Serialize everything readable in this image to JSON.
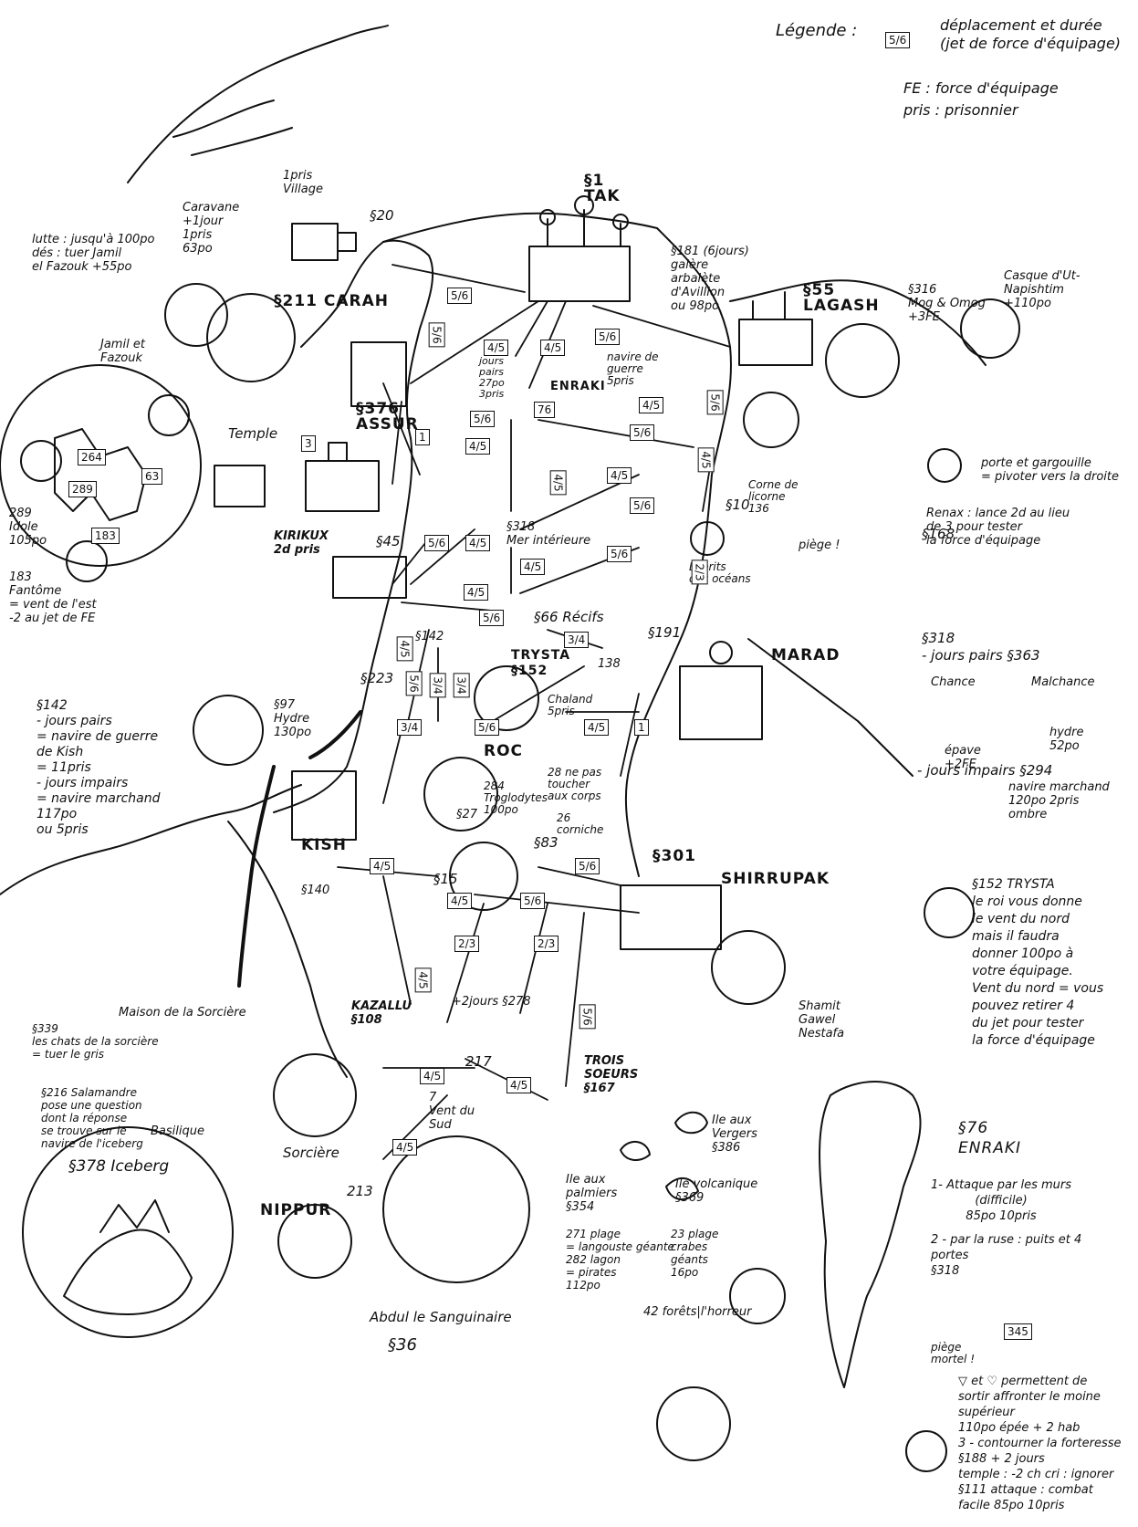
{
  "legend": {
    "title": "Légende :",
    "box_example": "5/6",
    "box_text": "déplacement et durée\n(jet de force d'équipage)",
    "fe": "FE : force d'équipage",
    "pris": "pris : prisonnier"
  },
  "places": {
    "tak": "§1\nTAK",
    "village": "1pris\nVillage",
    "village_ref": "§20",
    "caravane": "Caravane\n+1jour\n1pris\n63po",
    "lutte": "lutte : jusqu'à 100po\ndés : tuer Jamil\nel Fazouk +55po",
    "carah": "§211 CARAH",
    "jamil": "Jamil et\nFazouk",
    "galere": "§181 (6jours)\ngalère\narbalète\nd'Avillion\nou 98po",
    "lagash": "§55\nLAGASH",
    "casque": "Casque d'Ut-Napishtim\n+110po",
    "mog": "§316\nMog & Omog\n+3FE",
    "temple": "Temple",
    "assur": "§376\nASSUR",
    "enraki": "ENRAKI",
    "enraki_num": "76",
    "jours_pairs": "jours\npairs\n27po\n3pris",
    "navire_guerre": "navire de\nguerre\n5pris",
    "porte": "porte et gargouille\n= pivoter vers la droite",
    "corne": "Corne de\nlicorne\n136",
    "ref10": "§10",
    "renax": "Renax : lance 2d au lieu\nde 3 pour tester\nla force d'équipage",
    "renax_ref": "§168",
    "piege": "piège !",
    "esprits": "Esprits\ndes océans",
    "idole": "289\nIdole\n105po",
    "fantome": "183\nFantôme\n= vent de l'est\n-2 au jet de FE",
    "kirikux": "KIRIKUX\n2d pris",
    "ref45": "§45",
    "mer": "§318\nMer intérieure",
    "recifs": "§66 Récifs",
    "trysta": "TRYSTA\n§152",
    "ref142": "§142",
    "chaland": "Chaland\n5pris",
    "ref138": "138",
    "ref191": "§191",
    "marad": "MARAD",
    "ref223": "§223",
    "hydre": "§97\nHydre\n130po",
    "roc": "ROC",
    "troglo": "284\nTroglodytes\n100po",
    "nepas": "28 ne pas\ntoucher\naux corps",
    "corniche": "26\ncorniche",
    "ref27": "§27",
    "ref83": "§83",
    "kish": "KISH",
    "ref140": "§140",
    "ref15": "§15",
    "ref301": "§301",
    "shirrupak": "SHIRRUPAK",
    "shamit": "Shamit\nGawel\nNestafa",
    "maison": "Maison de la Sorcière",
    "kazallu": "KAZALLU\n§108",
    "ref278": "+2jours §278",
    "chats": "§339\nles chats de la sorcière\n= tuer le gris",
    "salamandre": "§216 Salamandre\npose une question\ndont la réponse\nse trouve sur le\nnavire de l'iceberg",
    "basilique": "Basilique",
    "sorciere": "Sorcière",
    "ref217": "217",
    "vent_sud": "7\nVent du\nSud",
    "trois": "TROIS\nSOEURS\n§167",
    "vergers": "Ile aux\nVergers\n§386",
    "palmiers": "Ile aux\npalmiers\n§354",
    "langouste": "271 plage\n= langouste géante\n282 lagon\n= pirates\n112po",
    "volcanique": "Ile volcanique\n§369",
    "crabes": "23 plage\ncrabes\ngéants\n16po",
    "forets": "42 forêts|l'horreur",
    "iceberg": "§378 Iceberg",
    "ref213": "213",
    "nippur": "NIPPUR",
    "abdul": "Abdul le Sanguinaire",
    "ref36": "§36"
  },
  "notes": {
    "n318": "§318\n- jours pairs §363",
    "chance": "Chance",
    "malchance": "Malchance",
    "epave": "épave\n+2FE",
    "hydre52": "hydre\n52po",
    "impairs": "- jours impairs §294",
    "marchand": "navire marchand\n120po 2pris\nombre",
    "n142": "§142\n- jours pairs\n= navire de guerre\nde Kish\n= 11pris\n- jours impairs\n= navire marchand\n117po\nou 5pris",
    "n152": "§152 TRYSTA\nle roi vous donne\nle vent du nord\nmais il faudra\ndonner 100po à\nvotre équipage.\nVent du nord = vous\npouvez retirer 4\ndu jet pour tester\nla force d'équipage",
    "n76": "§76\nENRAKI",
    "enraki_1": "1- Attaque par les murs\n(difficile)\n85po 10pris",
    "enraki_2": "2 - par la ruse : puits et 4\nportes\n§318",
    "enraki_piege": "piège\nmortel !",
    "enraki_345": "345",
    "enraki_3": "▽ et ♡ permettent de\nsortir affronter le moine\nsupérieur\n110po épée + 2 hab\n3 - contourner la forteresse\n§188 + 2 jours\ntemple : -2 ch cri : ignorer\n§111 attaque : combat\nfacile 85po 10pris"
  },
  "routes": [
    "5/6",
    "5/6",
    "4/5",
    "4/5",
    "5/6",
    "5/6",
    "5/6",
    "4/5",
    "5/6",
    "4/5",
    "1",
    "3",
    "4/5",
    "4/5",
    "4/5",
    "5/6",
    "5/6",
    "4/5",
    "4/5",
    "5/6",
    "2/3",
    "4/5",
    "5/6",
    "3/4",
    "4/5",
    "5/6",
    "3/4",
    "3/4",
    "5/6",
    "3/4",
    "1",
    "4/5",
    "4/5",
    "5/6",
    "4/5",
    "5/6",
    "2/3",
    "2/3",
    "4/5",
    "4/5",
    "4/5",
    "4/5",
    "5/6"
  ],
  "inset_numbers": [
    "264",
    "289",
    "63",
    "183"
  ]
}
